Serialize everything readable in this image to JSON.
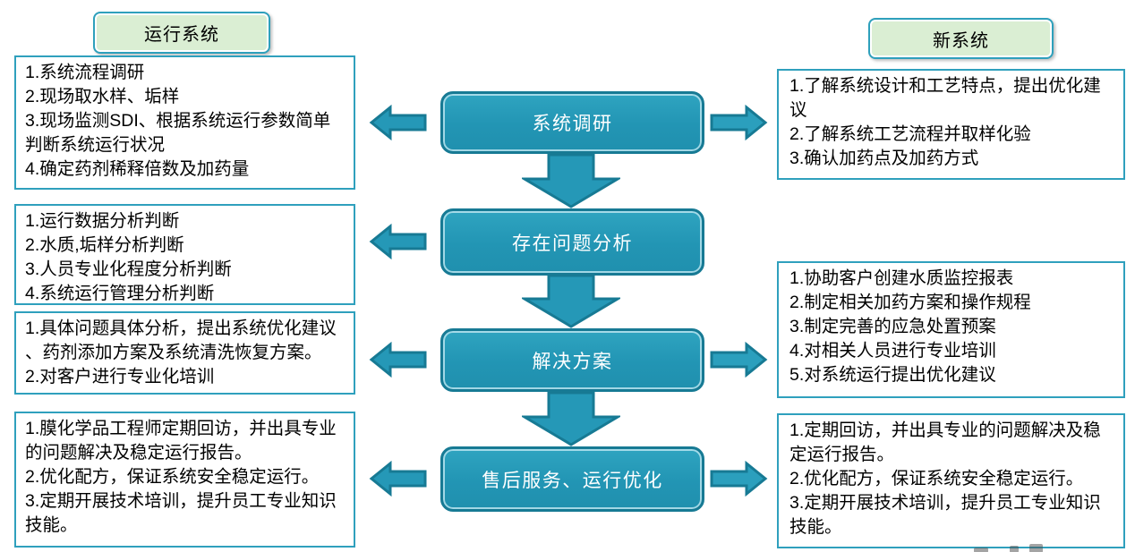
{
  "diagram": {
    "title_implicit": "membrane system service process flow",
    "colors": {
      "shape_fill": "#2598b7",
      "shape_border": "#177a94",
      "shape_inner_highlight": "#b9e4ee",
      "badge_fill": "#daeed3",
      "badge_border": "#2ea0bc",
      "note_border": "#2fa0bd",
      "note_text": "#000000",
      "step_text": "#ffffff",
      "background": "#ffffff"
    },
    "headers": {
      "left": "运行系统",
      "right": "新系统"
    },
    "steps": [
      {
        "label": "系统调研"
      },
      {
        "label": "存在问题分析"
      },
      {
        "label": "解决方案"
      },
      {
        "label": "售后服务、运行优化"
      }
    ],
    "left_boxes": [
      {
        "items": [
          "1.系统流程调研",
          "2.现场取水样、垢样",
          "3.现场监测SDI、根据系统运行参数简单判断系统运行状况",
          "4.确定药剂稀释倍数及加药量"
        ]
      },
      {
        "items": [
          "1.运行数据分析判断",
          "2.水质,垢样分析判断",
          "3.人员专业化程度分析判断",
          "4.系统运行管理分析判断"
        ]
      },
      {
        "items": [
          "1.具体问题具体分析，提出系统优化建议、药剂添加方案及系统清洗恢复方案。",
          "2.对客户进行专业化培训"
        ]
      },
      {
        "items": [
          "1.膜化学品工程师定期回访，并出具专业的问题解决及稳定运行报告。",
          "2.优化配方，保证系统安全稳定运行。",
          "3.定期开展技术培训，提升员工专业知识技能。"
        ]
      }
    ],
    "right_boxes": [
      {
        "items": [
          "1.了解系统设计和工艺特点，提出优化建议",
          "2.了解系统工艺流程并取样化验",
          "3.确认加药点及加药方式"
        ]
      },
      {
        "items": [
          "1.协助客户创建水质监控报表",
          "2.制定相关加药方案和操作规程",
          "3.制定完善的应急处置预案",
          "4.对相关人员进行专业培训",
          "5.对系统运行提出优化建议"
        ]
      },
      {
        "items": [
          "1.定期回访，并出具专业的问题解决及稳定运行报告。",
          "2.优化配方，保证系统安全稳定运行。",
          "3.定期开展技术培训，提升员工专业知识技能。"
        ]
      }
    ]
  }
}
